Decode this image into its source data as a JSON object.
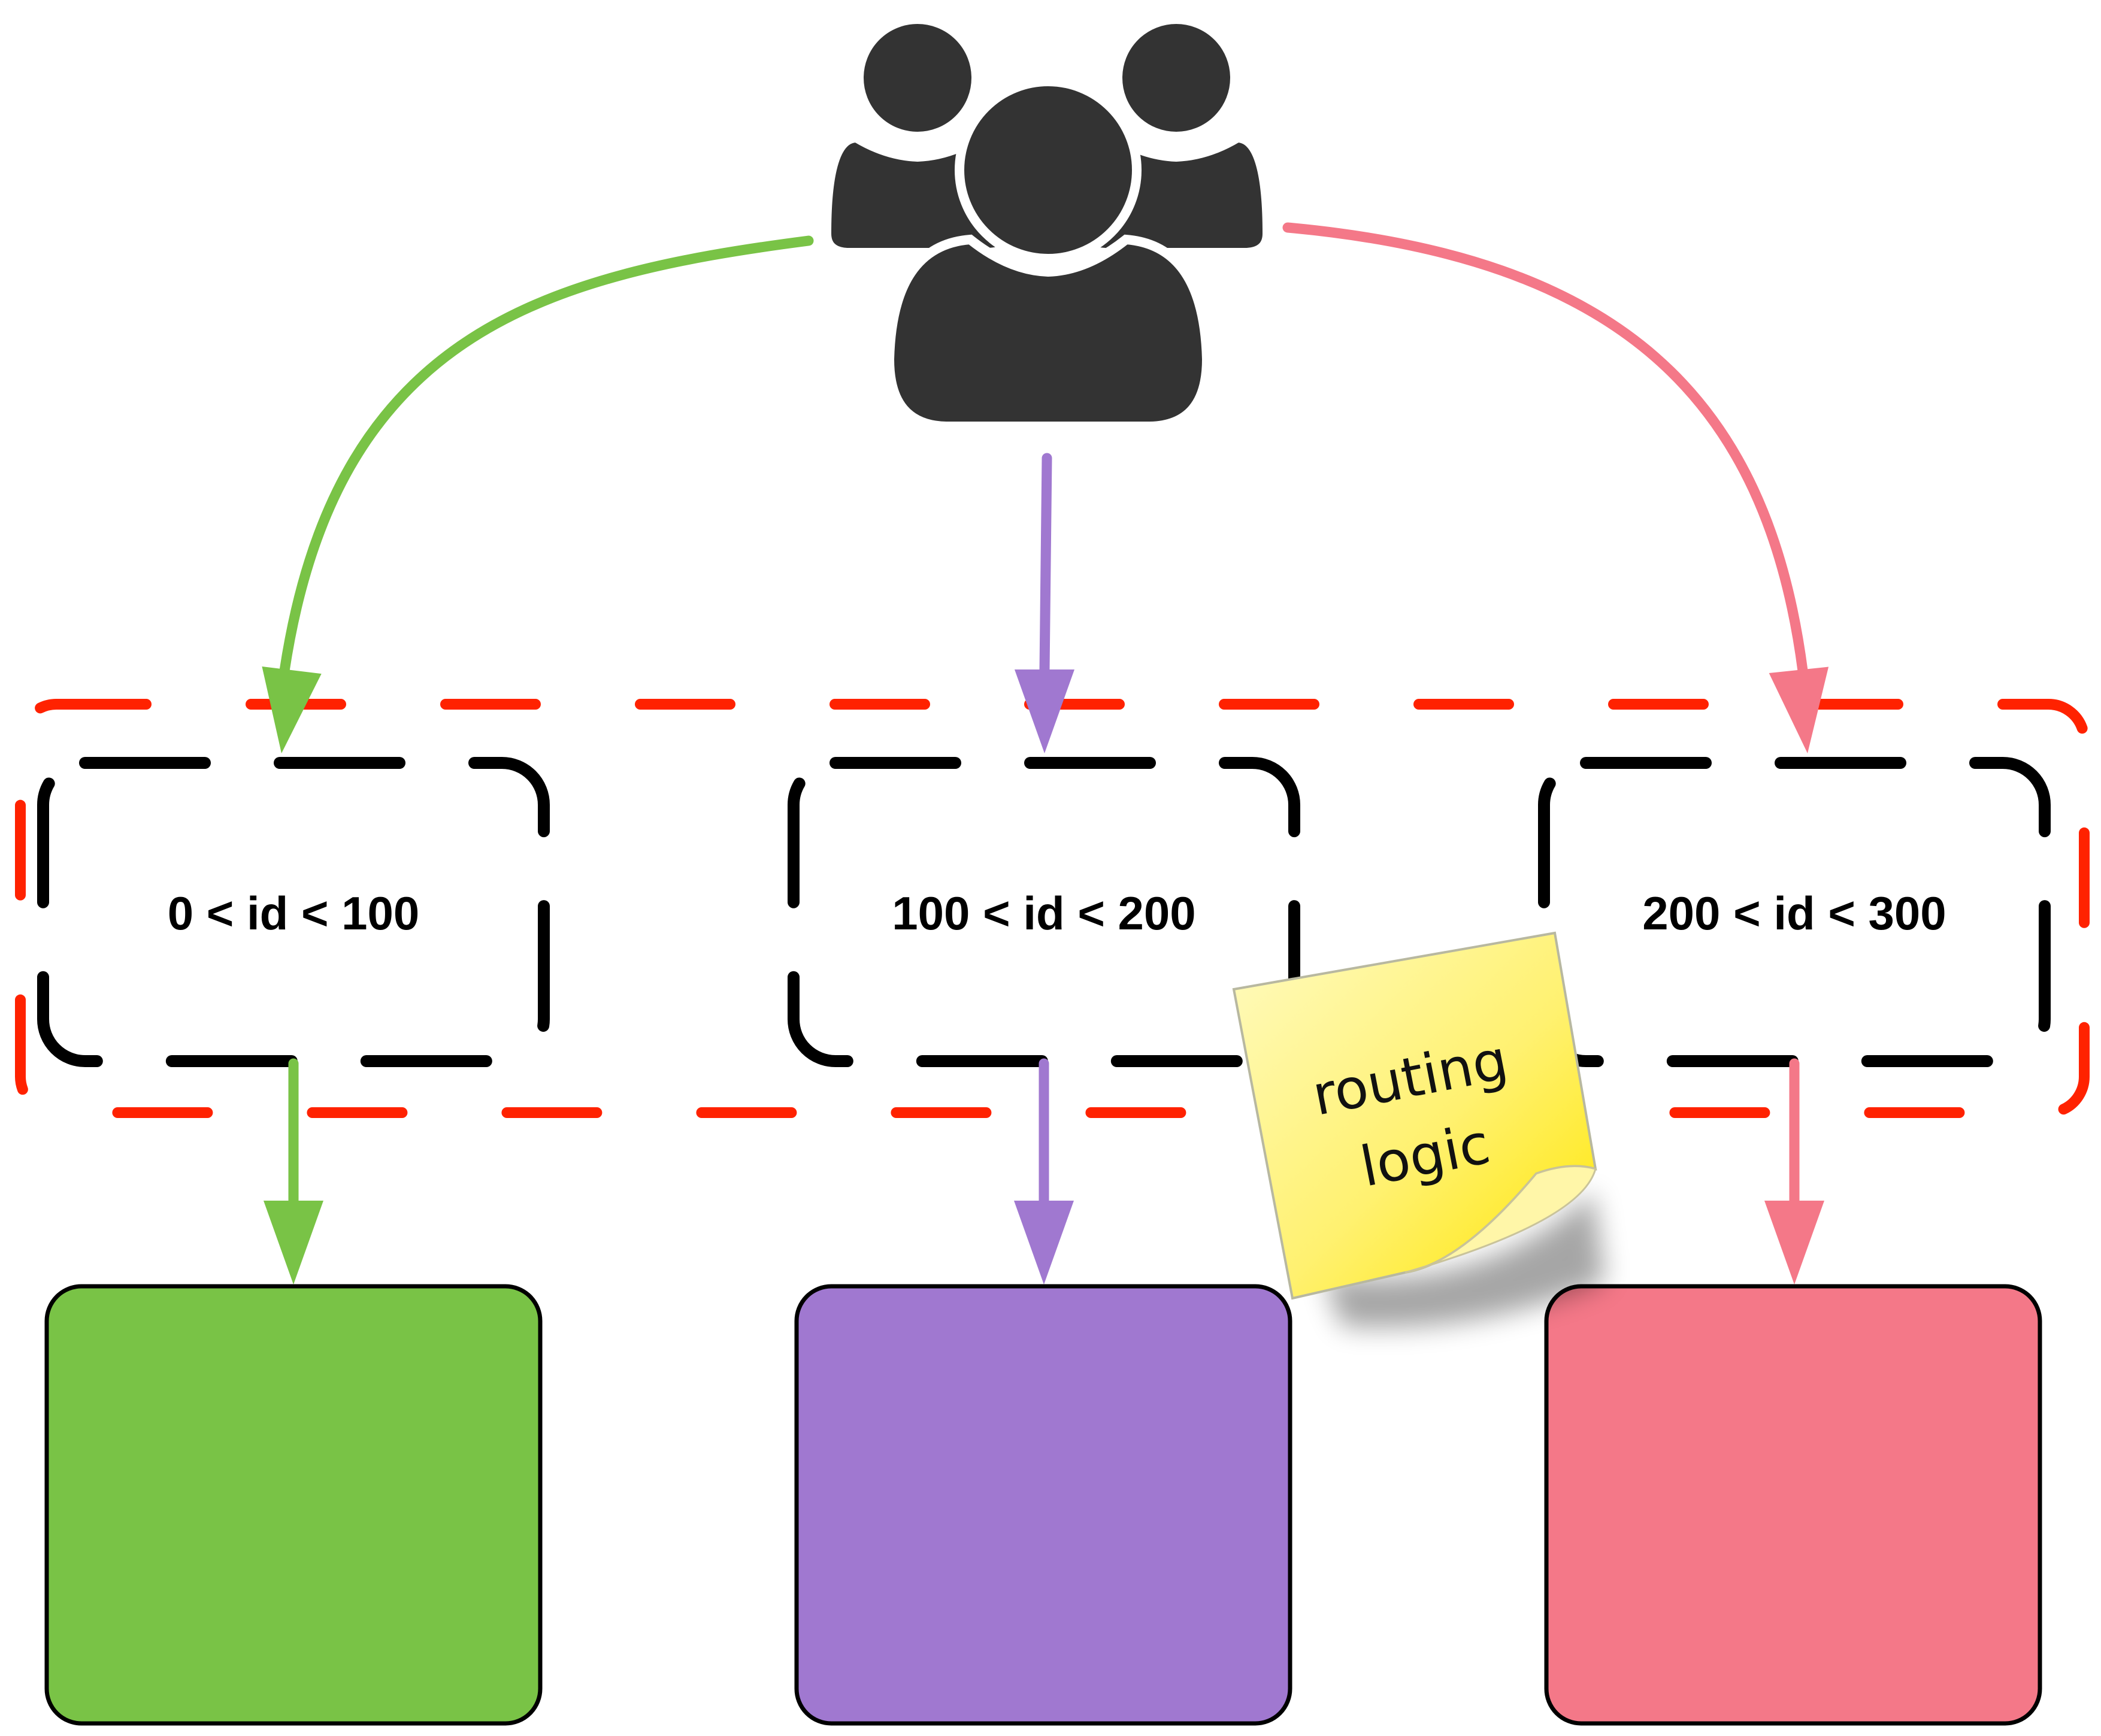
{
  "diagram": {
    "users": {
      "icon": "users-group-icon",
      "color": "#333333"
    },
    "routes": [
      {
        "id": "route-1",
        "label": "0 < id < 100",
        "color": "#79c346"
      },
      {
        "id": "route-2",
        "label": "100 < id < 200",
        "color": "#a078d0"
      },
      {
        "id": "route-3",
        "label": "200 < id < 300",
        "color": "#f47888"
      }
    ],
    "routing_boundary_color": "#ff2200",
    "note": {
      "line1": "routing",
      "line2": "logic",
      "color": "#fff176"
    }
  }
}
